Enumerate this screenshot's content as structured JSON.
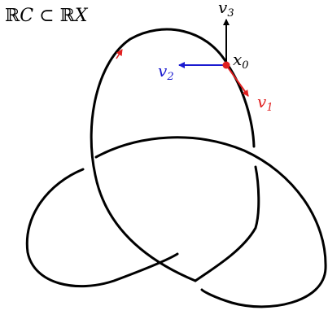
{
  "title": {
    "part1": "ℝ",
    "part2": "C ⊂ ",
    "part3": "ℝ",
    "part4": "X"
  },
  "vectors": [
    {
      "id": "v1",
      "symbol": "v",
      "subscript": "1",
      "color": "#e02020"
    },
    {
      "id": "v2",
      "symbol": "v",
      "subscript": "2",
      "color": "#1a1ad0"
    },
    {
      "id": "v3",
      "symbol": "v",
      "subscript": "3",
      "color": "#000000"
    }
  ],
  "basepoint": {
    "symbol": "x",
    "subscript": "0",
    "color": "#e02020"
  },
  "colors": {
    "curve": "#000000",
    "orientation_arrow": "#e02020"
  }
}
